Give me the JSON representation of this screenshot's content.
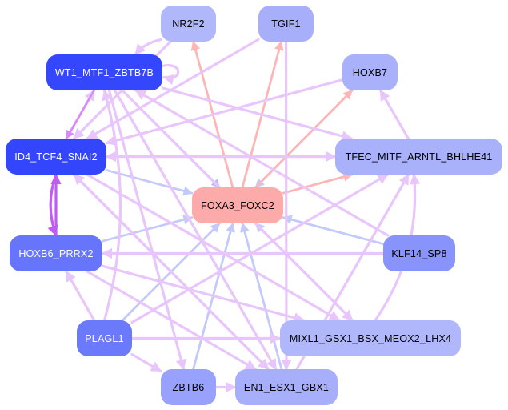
{
  "diagram": {
    "type": "gene-regulatory-network",
    "nodes": [
      {
        "id": "NR2F2",
        "label": "NR2F2",
        "fill": "#b0b8fb",
        "text_color": "#000000"
      },
      {
        "id": "TGIF1",
        "label": "TGIF1",
        "fill": "#a7aefa",
        "text_color": "#000000"
      },
      {
        "id": "WT1",
        "label": "WT1_MTF1_ZBTB7B",
        "fill": "#3547fc",
        "text_color": "#ffffff"
      },
      {
        "id": "HOXB7",
        "label": "HOXB7",
        "fill": "#a9b1fb",
        "text_color": "#000000"
      },
      {
        "id": "ID4",
        "label": "ID4_TCF4_SNAI2",
        "fill": "#3346fb",
        "text_color": "#ffffff"
      },
      {
        "id": "TFEC",
        "label": "TFEC_MITF_ARNTL_BHLHE41",
        "fill": "#a9b1fb",
        "text_color": "#000000"
      },
      {
        "id": "FOXA3",
        "label": "FOXA3_FOXC2",
        "fill": "#fdaaaa",
        "text_color": "#000000"
      },
      {
        "id": "HOXB6",
        "label": "HOXB6_PRRX2",
        "fill": "#6675fb",
        "text_color": "#ffffff"
      },
      {
        "id": "KLF14",
        "label": "KLF14_SP8",
        "fill": "#8893fb",
        "text_color": "#000000"
      },
      {
        "id": "PLAGL1",
        "label": "PLAGL1",
        "fill": "#6b79fb",
        "text_color": "#ffffff"
      },
      {
        "id": "MIXL1",
        "label": "MIXL1_GSX1_BSX_MEOX2_LHX4",
        "fill": "#b0b8fb",
        "text_color": "#000000"
      },
      {
        "id": "ZBTB6",
        "label": "ZBTB6",
        "fill": "#98a1fb",
        "text_color": "#000000"
      },
      {
        "id": "EN1",
        "label": "EN1_ESX1_GBX1",
        "fill": "#a7aefa",
        "text_color": "#000000"
      }
    ],
    "edge_colors": {
      "activation": "#e8c6fb",
      "strong_activation": "#c05cf5",
      "medium_activation": "#d98af8",
      "repression_blue": "#c3c9fb",
      "to_foxa3_blue": "#b4bcf8",
      "from_foxa3_red": "#fdb6b6"
    },
    "edges": [
      {
        "from": "FOXA3",
        "to": "NR2F2",
        "kind": "from_foxa3_red"
      },
      {
        "from": "FOXA3",
        "to": "TGIF1",
        "kind": "from_foxa3_red"
      },
      {
        "from": "FOXA3",
        "to": "HOXB7",
        "kind": "from_foxa3_red"
      },
      {
        "from": "FOXA3",
        "to": "TFEC",
        "kind": "from_foxa3_red"
      },
      {
        "from": "WT1",
        "to": "FOXA3",
        "kind": "to_foxa3_blue"
      },
      {
        "from": "ID4",
        "to": "FOXA3",
        "kind": "repression_blue"
      },
      {
        "from": "HOXB6",
        "to": "FOXA3",
        "kind": "repression_blue"
      },
      {
        "from": "KLF14",
        "to": "FOXA3",
        "kind": "repression_blue"
      },
      {
        "from": "PLAGL1",
        "to": "FOXA3",
        "kind": "repression_blue"
      },
      {
        "from": "ZBTB6",
        "to": "FOXA3",
        "kind": "repression_blue"
      },
      {
        "from": "EN1",
        "to": "FOXA3",
        "kind": "repression_blue"
      },
      {
        "from": "MIXL1",
        "to": "FOXA3",
        "kind": "repression_blue"
      },
      {
        "from": "HOXB7",
        "to": "FOXA3",
        "kind": "repression_blue"
      },
      {
        "from": "WT1",
        "to": "ID4",
        "kind": "medium_activation"
      },
      {
        "from": "ID4",
        "to": "WT1",
        "kind": "activation"
      },
      {
        "from": "HOXB6",
        "to": "ID4",
        "kind": "strong_activation"
      },
      {
        "from": "ID4",
        "to": "HOXB6",
        "kind": "strong_activation",
        "curved": true
      },
      {
        "from": "WT1",
        "to": "WT1",
        "kind": "activation",
        "self_loop": true
      },
      {
        "from": "NR2F2",
        "to": "ID4",
        "kind": "activation"
      },
      {
        "from": "TGIF1",
        "to": "ID4",
        "kind": "activation"
      },
      {
        "from": "HOXB7",
        "to": "ID4",
        "kind": "activation"
      },
      {
        "from": "TGIF1",
        "to": "EN1",
        "kind": "activation"
      },
      {
        "from": "WT1",
        "to": "TFEC",
        "kind": "activation"
      },
      {
        "from": "ID4",
        "to": "TFEC",
        "kind": "activation"
      },
      {
        "from": "TFEC",
        "to": "HOXB7",
        "kind": "activation"
      },
      {
        "from": "TFEC",
        "to": "ID4",
        "kind": "activation"
      },
      {
        "from": "WT1",
        "to": "MIXL1",
        "kind": "activation"
      },
      {
        "from": "WT1",
        "to": "EN1",
        "kind": "activation"
      },
      {
        "from": "WT1",
        "to": "ZBTB6",
        "kind": "activation"
      },
      {
        "from": "PLAGL1",
        "to": "WT1",
        "kind": "activation",
        "curved": true
      },
      {
        "from": "ID4",
        "to": "MIXL1",
        "kind": "activation"
      },
      {
        "from": "ID4",
        "to": "EN1",
        "kind": "activation"
      },
      {
        "from": "HOXB6",
        "to": "MIXL1",
        "kind": "activation"
      },
      {
        "from": "HOXB6",
        "to": "EN1",
        "kind": "activation"
      },
      {
        "from": "KLF14",
        "to": "HOXB6",
        "kind": "activation"
      },
      {
        "from": "KLF14",
        "to": "WT1",
        "kind": "activation"
      },
      {
        "from": "PLAGL1",
        "to": "HOXB6",
        "kind": "activation"
      },
      {
        "from": "PLAGL1",
        "to": "ZBTB6",
        "kind": "activation"
      },
      {
        "from": "PLAGL1",
        "to": "MIXL1",
        "kind": "activation"
      },
      {
        "from": "PLAGL1",
        "to": "TFEC",
        "kind": "activation"
      },
      {
        "from": "ZBTB6",
        "to": "EN1",
        "kind": "activation"
      },
      {
        "from": "EN1",
        "to": "ID4",
        "kind": "activation"
      },
      {
        "from": "EN1",
        "to": "TFEC",
        "kind": "activation"
      },
      {
        "from": "MIXL1",
        "to": "TFEC",
        "kind": "activation",
        "curved": true
      },
      {
        "from": "NR2F2",
        "to": "WT1",
        "kind": "activation",
        "curved": true
      }
    ]
  }
}
